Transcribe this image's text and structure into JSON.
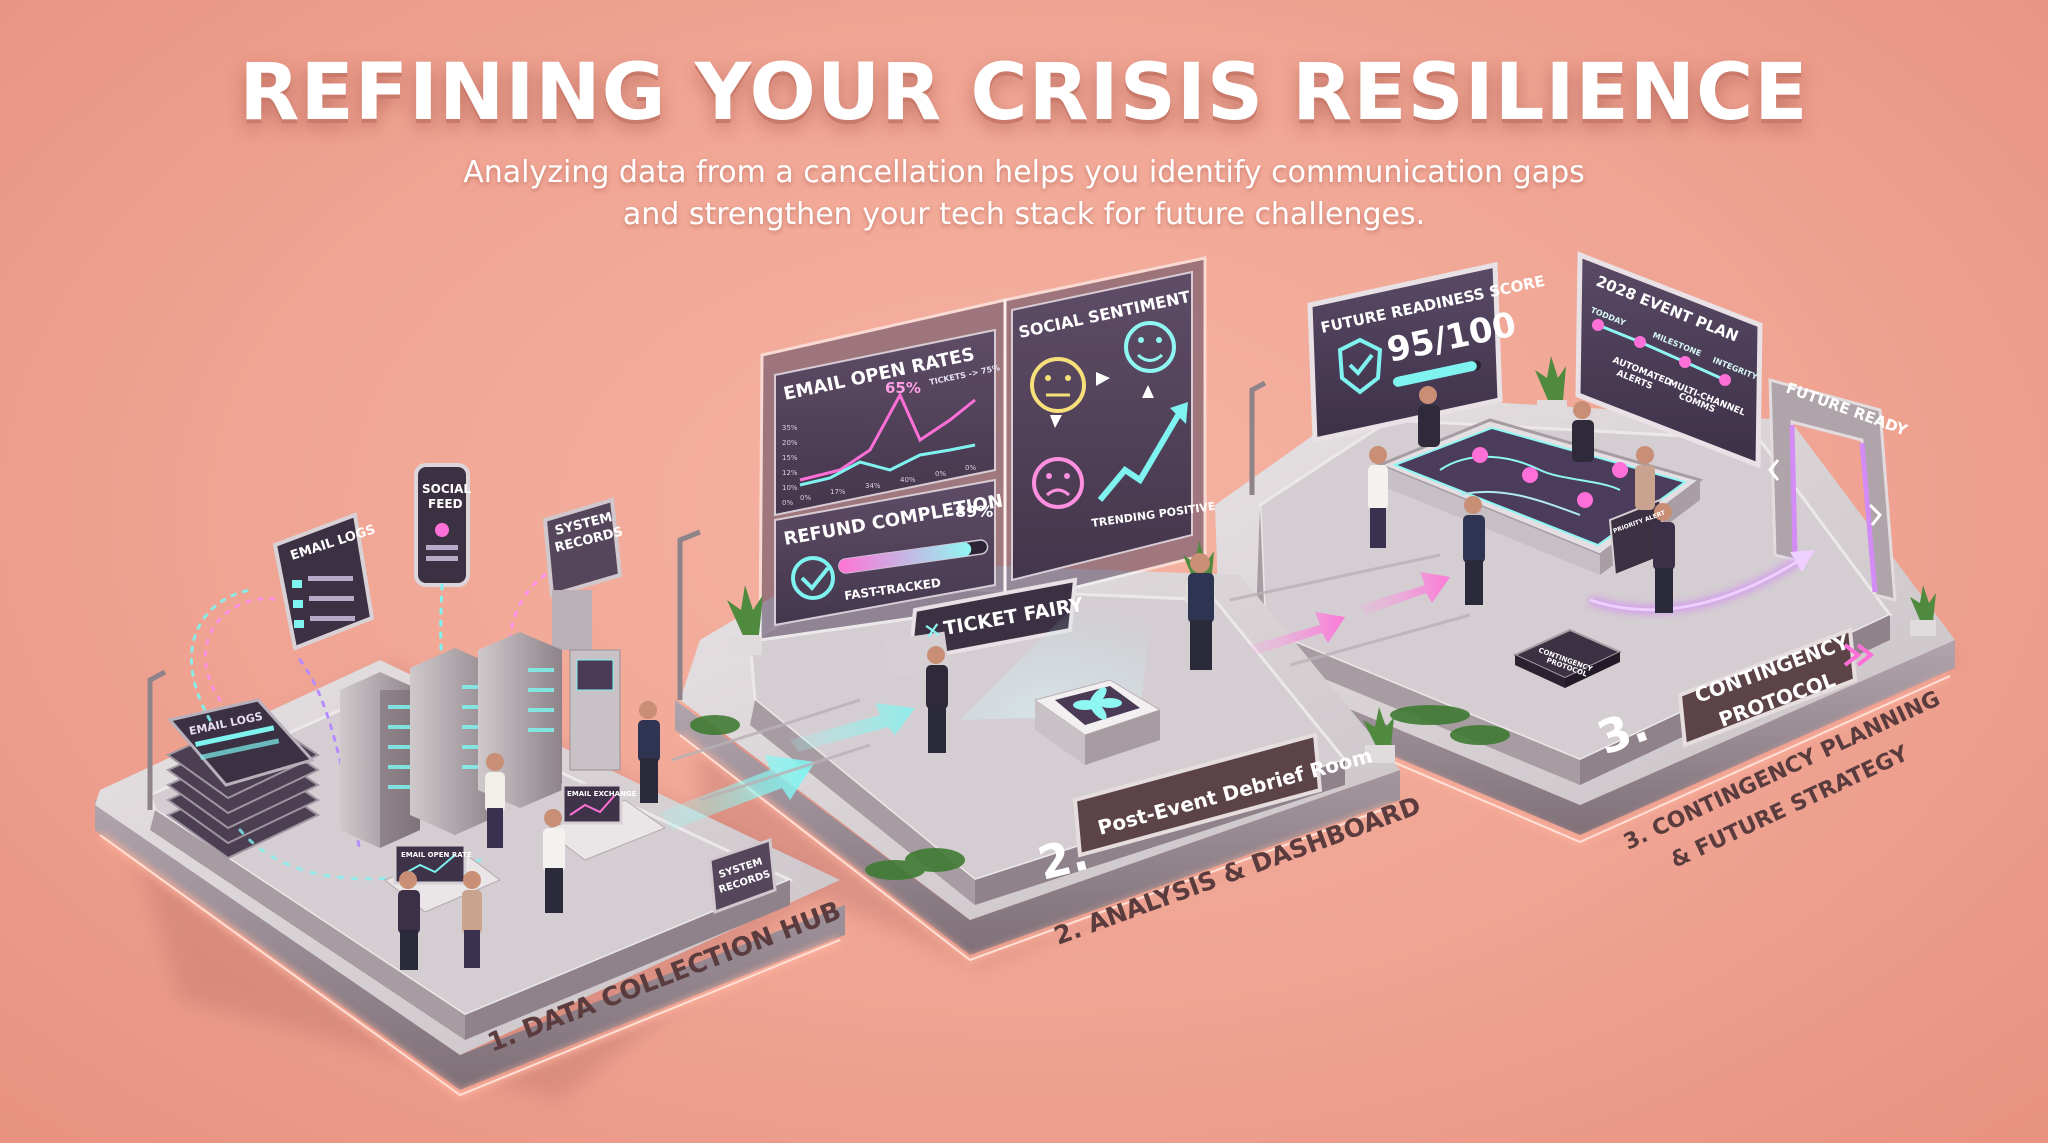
{
  "header": {
    "title": "REFINING YOUR CRISIS RESILIENCE",
    "subtitle_line1": "Analyzing data from a cancellation helps you identify communication gaps",
    "subtitle_line2": "and strengthen your tech stack for future challenges."
  },
  "stage1": {
    "label": "1. DATA COLLECTION HUB",
    "email_logs_tablet": "EMAIL LOGS",
    "email_logs_stack": "EMAIL LOGS",
    "social_feed_line1": "SOCIAL",
    "social_feed_line2": "FEED",
    "system_records_line1": "SYSTEM",
    "system_records_line2": "RECORDS",
    "system_records_sign_line1": "SYSTEM",
    "system_records_sign_line2": "RECORDS",
    "email_open_rate_monitor": "EMAIL OPEN RATE",
    "email_exchange_monitor": "EMAIL EXCHANGE"
  },
  "stage2": {
    "room_label": "Post-Event Debrief Room",
    "number": "2.",
    "label": "2. ANALYSIS & DASHBOARD",
    "brand_sign": "TICKET FAIRY",
    "email_panel": {
      "title": "EMAIL OPEN RATES",
      "peak_value": "65%",
      "tag": "TICKETS -> 75%",
      "y_ticks": [
        "35%",
        "20%",
        "15%",
        "12%",
        "10%",
        "0%"
      ],
      "x_ticks": [
        "0%",
        "17%",
        "34%",
        "40%",
        "0%",
        "0%"
      ]
    },
    "refund_panel": {
      "title": "REFUND COMPLETION",
      "value": "89%",
      "progress": 0.89,
      "badge": "FAST-TRACKED"
    },
    "sentiment_panel": {
      "title": "SOCIAL SENTIMENT",
      "trend_badge": "TRENDING POSITIVE"
    }
  },
  "stage3": {
    "number": "3.",
    "protocol_line1": "CONTINGENCY",
    "protocol_line2": "PROTOCOL",
    "label_line1": "3. CONTINGENCY PLANNING",
    "label_line2": "& FUTURE STRATEGY",
    "readiness": {
      "title": "FUTURE READINESS SCORE",
      "score": "95/100",
      "progress": 0.95
    },
    "plan": {
      "title": "2028 EVENT PLAN",
      "steps": [
        "TODDAY",
        "MILESTONE",
        "INTEGRITY"
      ],
      "notes_line1": "AUTOMATED",
      "notes_line2": "ALERTS",
      "notes_line3": "MULTI-CHANNEL",
      "notes_line4": "COMMS"
    },
    "future_ready": "FUTURE READY",
    "chip_line1": "CONTINGENCY",
    "chip_line2": "PROTOCOL",
    "tablet_note": "PRIORITY ALERT"
  },
  "colors": {
    "background": "#f0a694",
    "platform": "#d9d4d6",
    "platform_edge": "#9c8f97",
    "glow": "#ff9f8a",
    "cyan": "#7ff3f0",
    "magenta": "#ff6fd8",
    "panel": "#4a3a55",
    "label_panel": "#5c4348"
  }
}
